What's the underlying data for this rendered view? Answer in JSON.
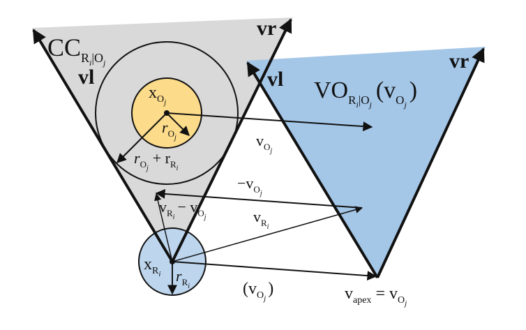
{
  "labels": {
    "cc_main": "CC",
    "cc_sub": "R",
    "cc_sub_i": "i",
    "cc_sub_bar": "|O",
    "cc_sub_j": "j",
    "vl_left": "vl",
    "vr_left": "vr",
    "vl_right": "vl",
    "vr_right": "vr",
    "vo_main": "VO",
    "vo_sub": "R",
    "vo_sub_i": "i",
    "vo_sub_bar": "|O",
    "vo_sub_j": "j",
    "vo_paren_open": "(v",
    "vo_paren_sub": "O",
    "vo_paren_sub_j": "j",
    "vo_paren_close": ")",
    "x_o": "x",
    "x_o_sub": "O",
    "x_o_sub_j": "j",
    "r_o": "r",
    "r_o_sub": "O",
    "r_o_sub_j": "j",
    "r_sum_a": "r",
    "r_sum_a_sub": "O",
    "r_sum_a_sub_j": "j",
    "r_sum_plus": "+ r",
    "r_sum_b_sub": "R",
    "r_sum_b_sub_i": "i",
    "v_o": "v",
    "v_o_sub": "O",
    "v_o_sub_j": "j",
    "neg_v_o": "−v",
    "neg_v_o_sub": "O",
    "neg_v_o_sub_j": "j",
    "v_r_left": "v",
    "v_r_left_sub": "R",
    "v_r_left_sub_i": "i",
    "minus_v_o": "− v",
    "minus_v_o_sub": "O",
    "minus_v_o_sub_j": "j",
    "v_r_right": "v",
    "v_r_right_sub": "R",
    "v_r_right_sub_i": "i",
    "x_r": "x",
    "x_r_sub": "R",
    "x_r_sub_i": "i",
    "r_r": "r",
    "r_r_sub": "R",
    "r_r_sub_i": "i",
    "paren_v_o_open": "(v",
    "paren_v_o_sub": "O",
    "paren_v_o_sub_j": "j",
    "paren_v_o_close": ")",
    "v_apex": "v",
    "v_apex_sub": "apex",
    "v_apex_eq": "= v",
    "v_apex_rhs_sub": "O",
    "v_apex_rhs_sub_j": "j"
  },
  "colors": {
    "cone_gray": "#d9d9d9",
    "vo_blue": "#a4c6e7",
    "obstacle_yellow": "#fcdb8a",
    "robot_blue": "#bdd6ee",
    "stroke": "#111111"
  }
}
